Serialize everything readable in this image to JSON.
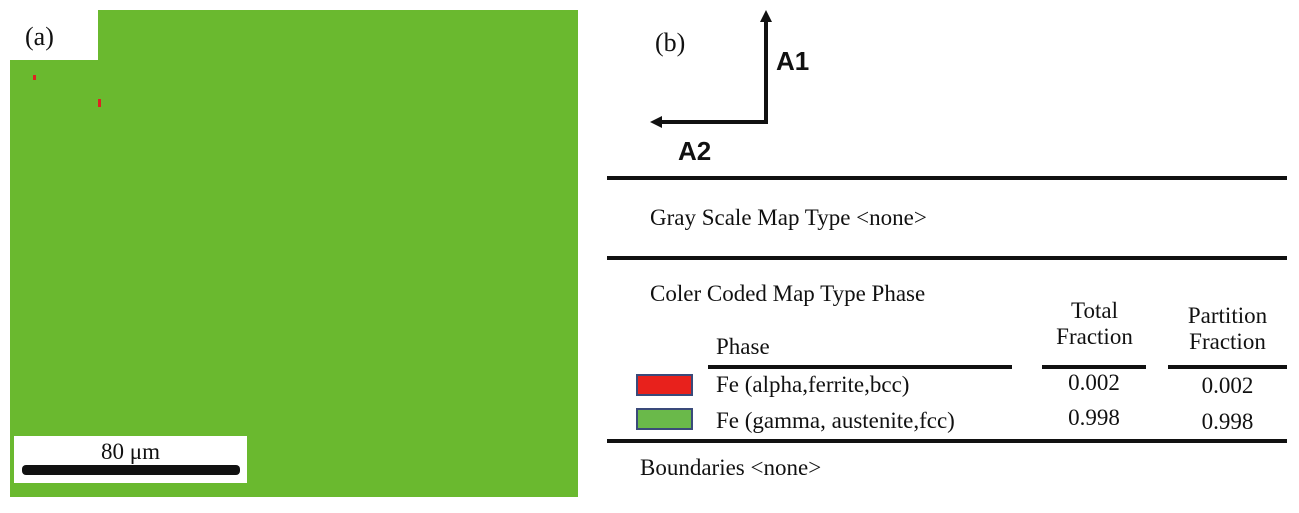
{
  "panel_a": {
    "label": "(a)",
    "scale_bar": "80 μm",
    "map_color": "#6ab92f"
  },
  "panel_b": {
    "label": "(b)",
    "axes": {
      "vertical": "A1",
      "horizontal": "A2"
    },
    "gray_scale": "Gray Scale Map Type <none>",
    "color_coded": "Coler Coded Map Type Phase",
    "headers": {
      "phase": "Phase",
      "total_1": "Total",
      "total_2": "Fraction",
      "partition_1": "Partition",
      "partition_2": "Fraction"
    },
    "rows": [
      {
        "phase": "Fe (alpha,ferrite,bcc)",
        "color": "#e8211c",
        "total": "0.002",
        "partition": "0.002"
      },
      {
        "phase": "Fe (gamma, austenite,fcc)",
        "color": "#6ab94a",
        "total": "0.998",
        "partition": "0.998"
      }
    ],
    "boundaries": "Boundaries <none>"
  }
}
